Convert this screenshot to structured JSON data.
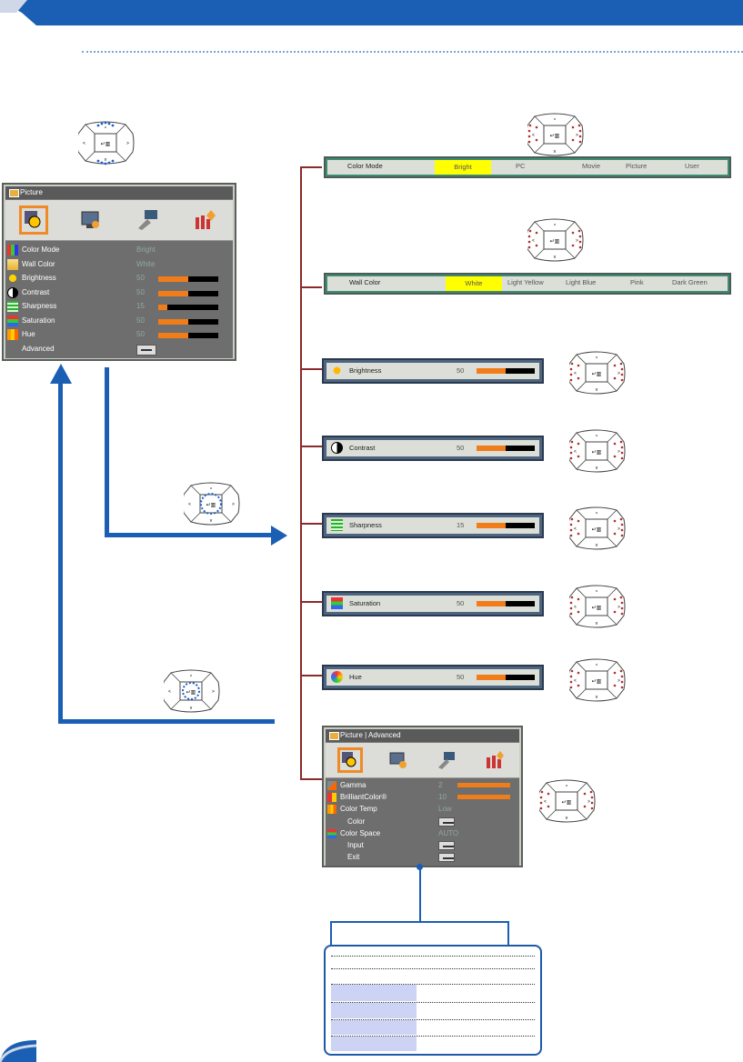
{
  "colors": {
    "header": "#1b5fb4",
    "accent": "#f07c1a",
    "highlight": "#ffff00",
    "arrow": "#1b5fb4",
    "bracket": "#8a2a2a"
  },
  "picture_menu": {
    "title": "Picture",
    "tabs": [
      "picture-icon",
      "display-icon",
      "setup-icon",
      "options-icon"
    ],
    "rows": [
      {
        "label": "Color Mode",
        "value": "Bright"
      },
      {
        "label": "Wall Color",
        "value": "White"
      },
      {
        "label": "Brightness",
        "value": "50",
        "level": 0.5
      },
      {
        "label": "Contrast",
        "value": "50",
        "level": 0.5
      },
      {
        "label": "Sharpness",
        "value": "15",
        "level": 0.15
      },
      {
        "label": "Saturation",
        "value": "50",
        "level": 0.5
      },
      {
        "label": "Hue",
        "value": "50",
        "level": 0.5
      },
      {
        "label": "Advanced"
      }
    ]
  },
  "color_mode": {
    "label": "Color Mode",
    "options": [
      "Bright",
      "PC",
      "Movie",
      "Picture",
      "User"
    ],
    "selected": "Bright"
  },
  "wall_color": {
    "label": "Wall Color",
    "options": [
      "White",
      "Light Yellow",
      "Light Blue",
      "Pink",
      "Dark Green"
    ],
    "selected": "White"
  },
  "sliders": [
    {
      "label": "Brightness",
      "value": "50",
      "level": 0.5
    },
    {
      "label": "Contrast",
      "value": "50",
      "level": 0.5
    },
    {
      "label": "Sharpness",
      "value": "15",
      "level": 0.5
    },
    {
      "label": "Saturation",
      "value": "50",
      "level": 0.5
    },
    {
      "label": "Hue",
      "value": "50",
      "level": 0.5
    }
  ],
  "advanced_menu": {
    "title": "Picture | Advanced",
    "rows": [
      {
        "label": "Gamma",
        "value": "2",
        "level": 1.0
      },
      {
        "label": "BrilliantColor®",
        "value": "10",
        "level": 1.0
      },
      {
        "label": "Color Temp",
        "value": "Low"
      },
      {
        "label": "Color"
      },
      {
        "label": "Color Space",
        "value": "AUTO"
      },
      {
        "label": "Input"
      },
      {
        "label": "Exit"
      }
    ]
  }
}
